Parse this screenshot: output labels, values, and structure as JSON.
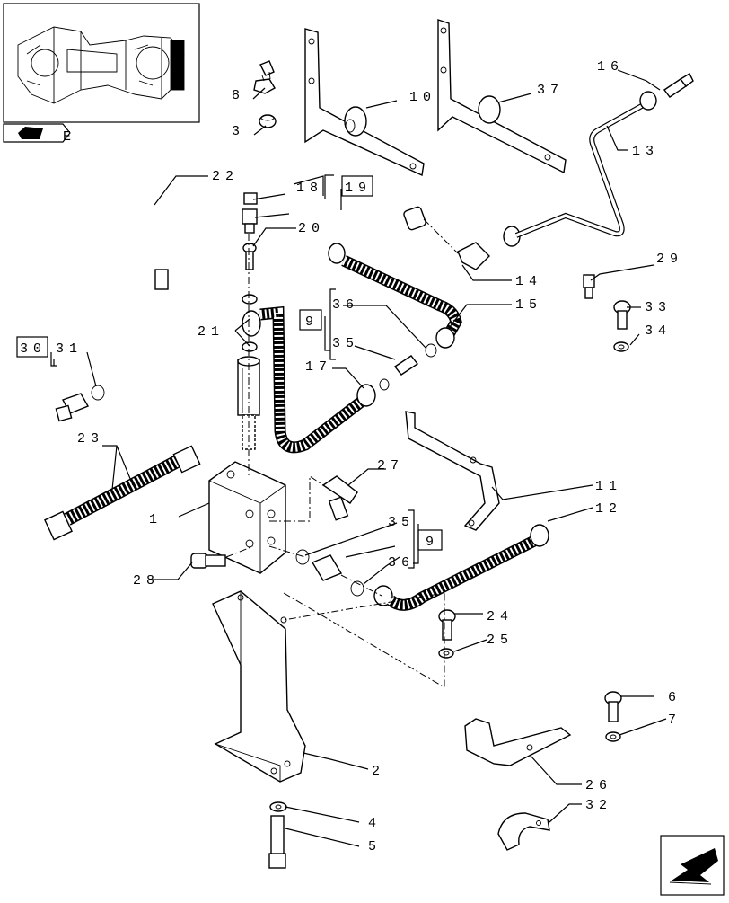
{
  "labels": {
    "l1": "1",
    "l2": "2",
    "l3": "3",
    "l4": "4",
    "l5": "5",
    "l6": "6",
    "l7": "7",
    "l8": "8",
    "l10": "10",
    "l11": "11",
    "l12": "12",
    "l13": "13",
    "l14": "14",
    "l15": "15",
    "l16": "16",
    "l17": "17",
    "l18": "18",
    "l19": "19",
    "l20": "20",
    "l21": "21",
    "l22": "22",
    "l23": "23",
    "l24": "24",
    "l25": "25",
    "l26": "26",
    "l27": "27",
    "l28": "28",
    "l29": "29",
    "l30": "30",
    "l31": "31",
    "l32": "32",
    "l33": "33",
    "l34": "34",
    "l35a": "35",
    "l35b": "35",
    "l36a": "36",
    "l36b": "36",
    "l37": "37",
    "box9a": "9",
    "box9b": "9"
  }
}
